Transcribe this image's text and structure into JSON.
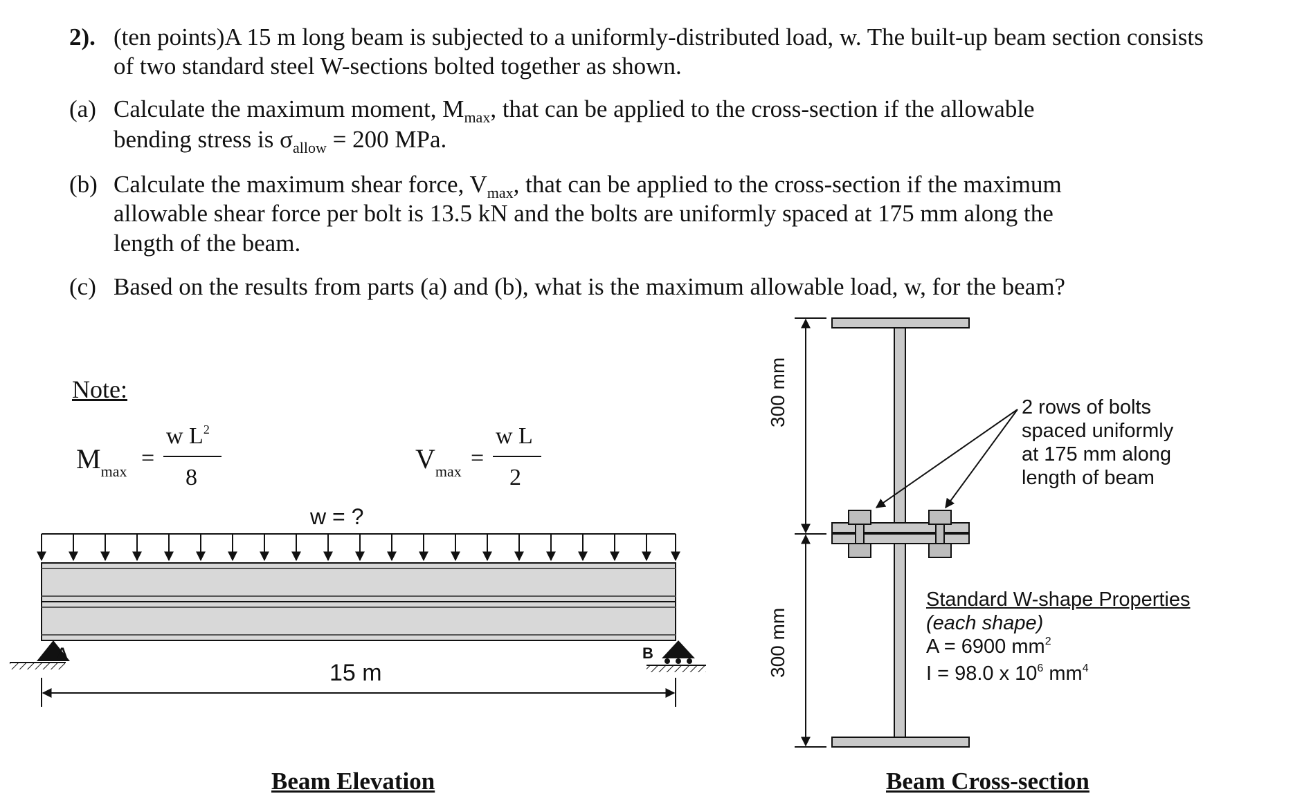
{
  "problem": {
    "number": "2).",
    "intro_line1": "(ten  points)A 15 m long beam is subjected to a uniformly-distributed load, w.  The built-up beam section consists",
    "intro_line2": "of two standard steel W-sections bolted together as shown.",
    "parts": [
      {
        "label": "(a)",
        "line1_a": "Calculate the maximum moment, M",
        "line1_sub": "max",
        "line1_b": ", that can be applied to the cross-section if the allowable",
        "line2_a": "bending stress is σ",
        "line2_sub": "allow",
        "line2_b": " = 200 MPa."
      },
      {
        "label": "(b)",
        "line1_a": "Calculate the maximum shear force, V",
        "line1_sub": "max",
        "line1_b": ", that can be applied to the cross-section if the maximum",
        "line2": "allowable shear force per bolt is 13.5 kN and the bolts are uniformly spaced at 175 mm along the",
        "line3": "length of the beam."
      },
      {
        "label": "(c)",
        "line1": "Based on the results from parts (a) and (b), what is the maximum allowable load, w, for the beam?"
      }
    ]
  },
  "note": {
    "title": "Note:",
    "mmax": {
      "symbol": "M",
      "sub": "max",
      "eq": "=",
      "numerator": "w L",
      "num_sup": "2",
      "denominator": "8"
    },
    "vmax": {
      "symbol": "V",
      "sub": "max",
      "eq": "=",
      "numerator": "w L",
      "denominator": "2"
    }
  },
  "elevation": {
    "load_label": "w = ?",
    "support_a": "A",
    "support_b": "B",
    "span": "15 m",
    "caption": "Beam Elevation"
  },
  "cross_section": {
    "dim_top": "300 mm",
    "dim_bottom": "300 mm",
    "bolts_note": [
      "2 rows of bolts",
      "spaced uniformly",
      "at 175 mm along",
      "length of beam"
    ],
    "props_title": "Standard W-shape Properties",
    "props_subtitle": "(each shape)",
    "area_a": "A = 6900 mm",
    "area_sup": "2",
    "inertia_a": "I = 98.0 x 10",
    "inertia_sup1": "6",
    "inertia_b": " mm",
    "inertia_sup2": "4",
    "caption": "Beam Cross-section"
  },
  "colors": {
    "ink": "#111111",
    "beam_fill": "#d8d8d8",
    "beam_dark": "#a9a9a9"
  }
}
